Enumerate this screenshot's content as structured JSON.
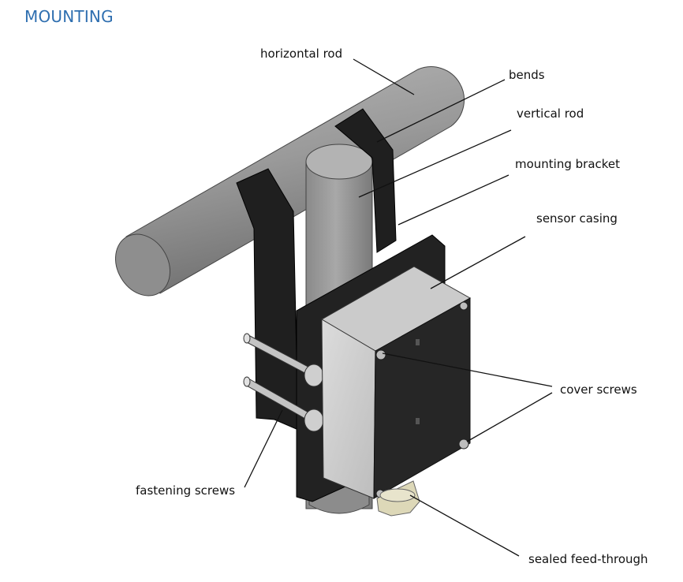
{
  "title": "MOUNTING",
  "labels": {
    "horizontal_rod": "horizontal rod",
    "bends": "bends",
    "vertical_rod": "vertical rod",
    "mounting_bracket": "mounting bracket",
    "sensor_casing": "sensor casing",
    "cover_screws": "cover screws",
    "fastening_screws": "fastening screws",
    "sealed_feed_through": "sealed feed-through"
  },
  "colors": {
    "title": "#2f6fb0",
    "rod": "#9a9a9a",
    "bracket": "#1e1e1e",
    "casing_dark": "#252525",
    "casing_light": "#d0d0d0",
    "feed_through": "#ddd8b8"
  }
}
